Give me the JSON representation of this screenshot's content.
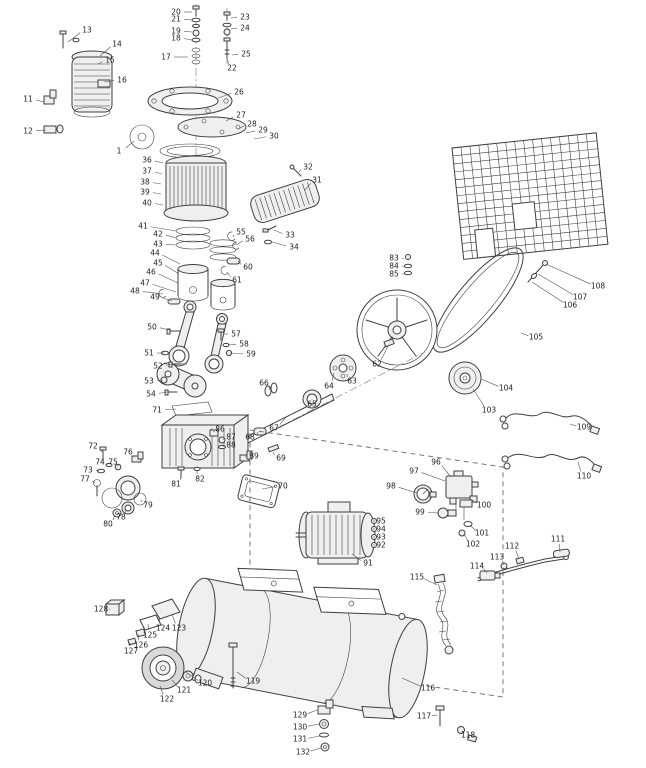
{
  "colors": {
    "line": "#3f3f3f",
    "fill_light": "#efefef",
    "fill_mid": "#d9d9d9",
    "label": "#222222",
    "background": "#ffffff"
  },
  "labels": [
    [
      "1",
      119,
      151,
      134,
      141
    ],
    [
      "11",
      28,
      99,
      44,
      102
    ],
    [
      "12",
      28,
      131,
      46,
      130
    ],
    [
      "13",
      87,
      30,
      68,
      42
    ],
    [
      "14",
      117,
      44,
      100,
      56
    ],
    [
      "15",
      110,
      60,
      98,
      64
    ],
    [
      "16",
      122,
      80,
      104,
      82
    ],
    [
      "17",
      166,
      57,
      188,
      57
    ],
    [
      "18",
      176,
      38,
      192,
      40
    ],
    [
      "19",
      176,
      31,
      192,
      32
    ],
    [
      "20",
      176,
      12,
      192,
      12
    ],
    [
      "21",
      176,
      19,
      192,
      20
    ],
    [
      "22",
      232,
      68,
      227,
      58
    ],
    [
      "23",
      245,
      17,
      231,
      18
    ],
    [
      "24",
      245,
      28,
      231,
      29
    ],
    [
      "25",
      246,
      54,
      232,
      55
    ],
    [
      "26",
      239,
      92,
      218,
      98
    ],
    [
      "27",
      241,
      115,
      226,
      121
    ],
    [
      "28",
      252,
      124,
      238,
      129
    ],
    [
      "29",
      263,
      130,
      246,
      133
    ],
    [
      "30",
      274,
      136,
      254,
      139
    ],
    [
      "31",
      317,
      180,
      305,
      190
    ],
    [
      "32",
      308,
      167,
      299,
      172
    ],
    [
      "33",
      290,
      235,
      274,
      230
    ],
    [
      "34",
      294,
      247,
      272,
      242
    ],
    [
      "36",
      147,
      160,
      163,
      163
    ],
    [
      "37",
      147,
      171,
      162,
      174
    ],
    [
      "38",
      145,
      182,
      161,
      184
    ],
    [
      "39",
      145,
      192,
      161,
      194
    ],
    [
      "40",
      147,
      203,
      163,
      205
    ],
    [
      "41",
      143,
      226,
      176,
      231
    ],
    [
      "42",
      158,
      234,
      176,
      238
    ],
    [
      "43",
      158,
      244,
      176,
      245
    ],
    [
      "44",
      155,
      253,
      180,
      264
    ],
    [
      "45",
      158,
      263,
      179,
      274
    ],
    [
      "46",
      151,
      272,
      178,
      283
    ],
    [
      "47",
      145,
      283,
      176,
      292
    ],
    [
      "48",
      135,
      291,
      163,
      294
    ],
    [
      "49",
      155,
      297,
      172,
      301
    ],
    [
      "50",
      152,
      327,
      170,
      330
    ],
    [
      "51",
      149,
      353,
      164,
      353
    ],
    [
      "52",
      158,
      366,
      172,
      364
    ],
    [
      "53",
      149,
      381,
      163,
      380
    ],
    [
      "54",
      151,
      394,
      167,
      392
    ],
    [
      "55",
      241,
      232,
      233,
      237
    ],
    [
      "56",
      250,
      239,
      236,
      245
    ],
    [
      "57",
      236,
      334,
      224,
      334
    ],
    [
      "58",
      244,
      344,
      228,
      345
    ],
    [
      "59",
      251,
      354,
      230,
      353
    ],
    [
      "60",
      248,
      267,
      238,
      261
    ],
    [
      "61",
      237,
      280,
      227,
      272
    ],
    [
      "62",
      377,
      364,
      388,
      346
    ],
    [
      "63",
      352,
      381,
      347,
      374
    ],
    [
      "64",
      329,
      386,
      334,
      373
    ],
    [
      "65",
      312,
      404,
      312,
      400
    ],
    [
      "66",
      264,
      383,
      270,
      390
    ],
    [
      "67",
      274,
      428,
      286,
      417
    ],
    [
      "68",
      250,
      437,
      258,
      432
    ],
    [
      "69",
      281,
      458,
      273,
      452
    ],
    [
      "70",
      283,
      486,
      262,
      489
    ],
    [
      "71",
      157,
      410,
      176,
      409
    ],
    [
      "72",
      93,
      446,
      102,
      452
    ],
    [
      "73",
      88,
      470,
      99,
      471
    ],
    [
      "74",
      100,
      462,
      107,
      465
    ],
    [
      "75",
      113,
      462,
      117,
      466
    ],
    [
      "76",
      128,
      452,
      134,
      457
    ],
    [
      "77",
      85,
      479,
      95,
      483
    ],
    [
      "78",
      121,
      517,
      126,
      509
    ],
    [
      "79",
      148,
      505,
      141,
      500
    ],
    [
      "80",
      108,
      524,
      115,
      515
    ],
    [
      "81",
      176,
      484,
      181,
      476
    ],
    [
      "82",
      200,
      479,
      197,
      471
    ],
    [
      "83",
      394,
      258,
      404,
      259
    ],
    [
      "84",
      394,
      266,
      404,
      267
    ],
    [
      "85",
      394,
      274,
      404,
      274
    ],
    [
      "86",
      220,
      429,
      215,
      432
    ],
    [
      "87",
      231,
      437,
      223,
      440
    ],
    [
      "88",
      231,
      445,
      223,
      447
    ],
    [
      "89",
      254,
      456,
      245,
      457
    ],
    [
      "91",
      368,
      563,
      352,
      554
    ],
    [
      "92",
      381,
      545,
      375,
      545
    ],
    [
      "93",
      381,
      537,
      375,
      537
    ],
    [
      "94",
      381,
      529,
      375,
      529
    ],
    [
      "95",
      381,
      521,
      375,
      521
    ],
    [
      "96",
      436,
      462,
      451,
      477
    ],
    [
      "97",
      414,
      471,
      445,
      481
    ],
    [
      "98",
      391,
      486,
      417,
      493
    ],
    [
      "99",
      420,
      512,
      439,
      513
    ],
    [
      "100",
      484,
      505,
      472,
      500
    ],
    [
      "101",
      482,
      533,
      470,
      525
    ],
    [
      "102",
      473,
      544,
      464,
      534
    ],
    [
      "103",
      489,
      410,
      473,
      389
    ],
    [
      "104",
      506,
      388,
      481,
      379
    ],
    [
      "105",
      536,
      337,
      521,
      333
    ],
    [
      "106",
      570,
      305,
      532,
      282
    ],
    [
      "107",
      580,
      297,
      538,
      274
    ],
    [
      "108",
      598,
      286,
      546,
      264
    ],
    [
      "109",
      584,
      427,
      570,
      424
    ],
    [
      "110",
      584,
      476,
      578,
      462
    ],
    [
      "111",
      558,
      539,
      560,
      552
    ],
    [
      "112",
      512,
      546,
      519,
      559
    ],
    [
      "113",
      497,
      557,
      504,
      565
    ],
    [
      "114",
      477,
      566,
      487,
      573
    ],
    [
      "115",
      417,
      577,
      437,
      585
    ],
    [
      "116",
      428,
      688,
      402,
      678
    ],
    [
      "117",
      424,
      716,
      438,
      715
    ],
    [
      "118",
      468,
      735,
      463,
      731
    ],
    [
      "119",
      253,
      681,
      237,
      672
    ],
    [
      "120",
      205,
      683,
      186,
      672
    ],
    [
      "121",
      184,
      690,
      172,
      680
    ],
    [
      "122",
      167,
      699,
      160,
      686
    ],
    [
      "123",
      179,
      628,
      172,
      614
    ],
    [
      "124",
      163,
      628,
      159,
      618
    ],
    [
      "125",
      150,
      635,
      148,
      624
    ],
    [
      "126",
      141,
      645,
      138,
      634
    ],
    [
      "127",
      131,
      651,
      130,
      643
    ],
    [
      "128",
      101,
      609,
      110,
      610
    ],
    [
      "129",
      300,
      715,
      317,
      710
    ],
    [
      "130",
      300,
      727,
      319,
      724
    ],
    [
      "131",
      300,
      739,
      320,
      736
    ],
    [
      "132",
      303,
      752,
      321,
      748
    ]
  ]
}
